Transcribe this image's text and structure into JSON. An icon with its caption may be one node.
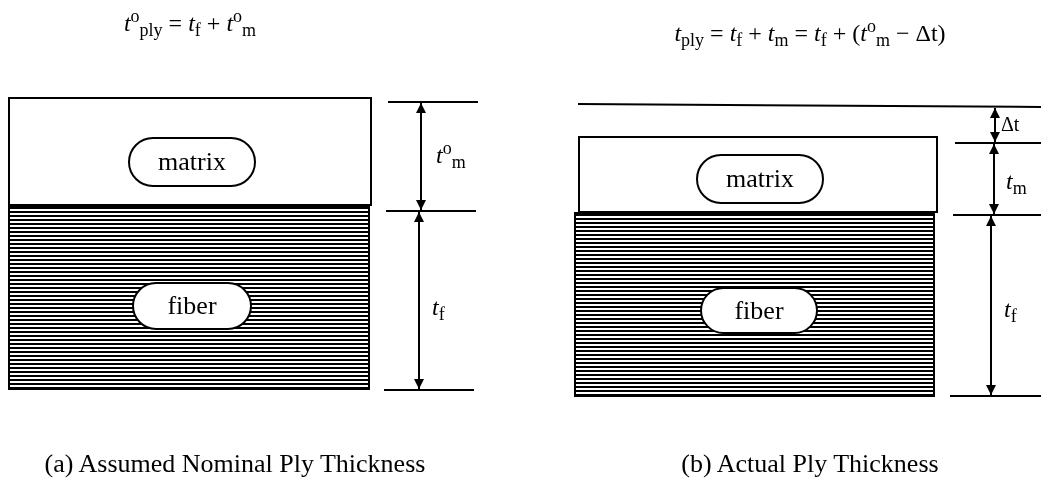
{
  "diagram": {
    "nodes": [
      {
        "text": [],
        "shape": "box"
      },
      {
        "text": [
          "matrix"
        ],
        "in": 0
      },
      {
        "text": [],
        "shape": "box"
      },
      {
        "text": [
          "fiber"
        ],
        "in": 2
      },
      {
        "text": [],
        "shape": "box"
      },
      {
        "text": [
          "matrix"
        ],
        "in": 4
      },
      {
        "text": [],
        "shape": "box"
      },
      {
        "text": [
          "fiber"
        ],
        "in": 6
      }
    ],
    "edges": [],
    "labels": [
      "*t*$^{o}$$_{ply}$ = *t*$_{f}$ + *t*$^{o}$$_{m}$",
      "*t*$_{ply}$ = *t*$_{f}$ + *t*$_{m}$ = *t*$_{f}$ + (*t*$^{o}$$_{m}$ − Δt)",
      "*t*$^{o}$$_{m}$",
      "*t*$_{f}$",
      "Δt",
      "*t*$_{m}$",
      "*t*$_{f}$",
      "(a) Assumed Nominal Ply Thickness",
      "(b) Actual Ply Thickness"
    ]
  }
}
